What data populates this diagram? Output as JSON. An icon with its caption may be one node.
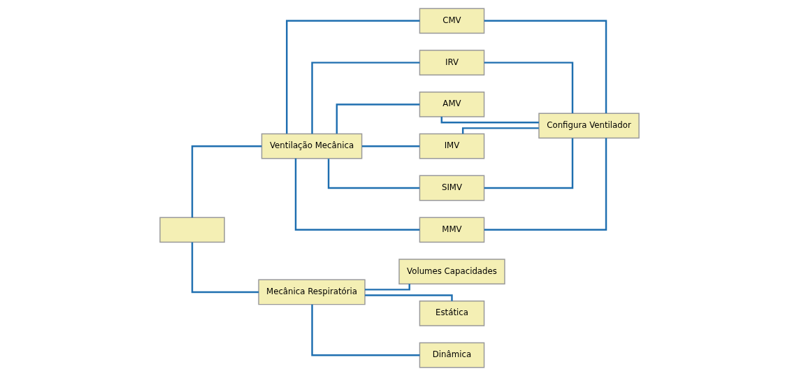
{
  "diagram": {
    "nodes": [
      {
        "text": [],
        "shape": "box"
      },
      {
        "text": [
          "Ventilação Mecânica"
        ]
      },
      {
        "text": [
          "Mecânica Respiratória"
        ]
      },
      {
        "text": [
          "Volumes Capacidades"
        ]
      },
      {
        "text": [
          "Estática"
        ]
      },
      {
        "text": [
          "Dinâmica"
        ]
      },
      {
        "text": [
          "CMV"
        ]
      },
      {
        "text": [
          "IRV"
        ]
      },
      {
        "text": [
          "AMV"
        ]
      },
      {
        "text": [
          "IMV"
        ]
      },
      {
        "text": [
          "SIMV"
        ]
      },
      {
        "text": [
          "MMV"
        ]
      },
      {
        "text": [
          "Configura Ventilador"
        ]
      }
    ],
    "edges": [
      {
        "from": 0,
        "to": 1,
        "arrow": "none"
      },
      {
        "from": 0,
        "to": 2,
        "arrow": "none"
      },
      {
        "from": 1,
        "to": 6,
        "arrow": "none"
      },
      {
        "from": 1,
        "to": 7,
        "arrow": "none"
      },
      {
        "from": 1,
        "to": 8,
        "arrow": "none"
      },
      {
        "from": 1,
        "to": 9,
        "arrow": "none"
      },
      {
        "from": 1,
        "to": 10,
        "arrow": "none"
      },
      {
        "from": 1,
        "to": 11,
        "arrow": "none"
      },
      {
        "from": 2,
        "to": 3,
        "arrow": "none"
      },
      {
        "from": 2,
        "to": 4,
        "arrow": "none"
      },
      {
        "from": 2,
        "to": 5,
        "arrow": "none"
      },
      {
        "from": 6,
        "to": 12,
        "arrow": "none"
      },
      {
        "from": 7,
        "to": 12,
        "arrow": "none"
      },
      {
        "from": 8,
        "to": 12,
        "arrow": "none"
      },
      {
        "from": 9,
        "to": 12,
        "arrow": "none"
      },
      {
        "from": 10,
        "to": 12,
        "arrow": "none"
      },
      {
        "from": 11,
        "to": 12,
        "arrow": "none"
      }
    ]
  }
}
